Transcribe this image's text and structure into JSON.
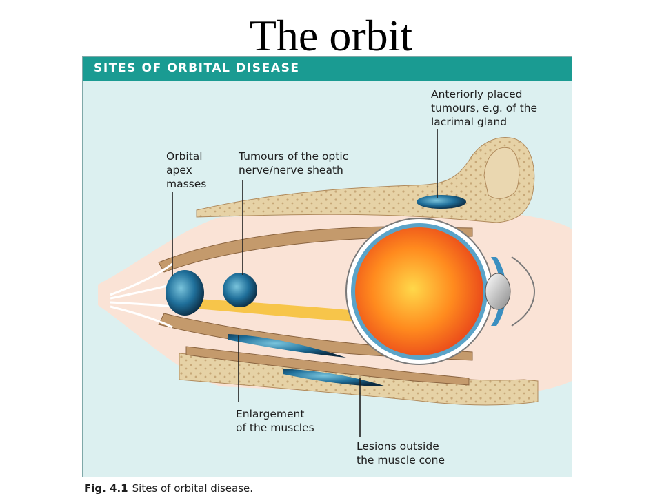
{
  "title": "The orbit",
  "figure": {
    "banner": "SITES OF ORBITAL DISEASE",
    "labels": {
      "anterior_line1": "Anteriorly placed",
      "anterior_line2": "tumours, e.g. of the",
      "anterior_line3": "lacrimal gland",
      "apex_line1": "Orbital",
      "apex_line2": "apex",
      "apex_line3": "masses",
      "optic_line1": "Tumours of the optic",
      "optic_line2": "nerve/nerve sheath",
      "muscles_line1": "Enlargement",
      "muscles_line2": "of the muscles",
      "outside_line1": "Lesions outside",
      "outside_line2": "the muscle cone"
    },
    "colors": {
      "banner": "#1a9b92",
      "background": "#dcf0f0",
      "bone": "#e6d2a6",
      "soft_tissue": "#fae3d6",
      "muscle": "#c49a6c",
      "optic_nerve": "#f7c54a",
      "globe": "#ff7a1a",
      "lesion": "#1f6f9a"
    }
  },
  "caption": {
    "number": "Fig. 4.1",
    "text": "Sites of orbital disease."
  }
}
